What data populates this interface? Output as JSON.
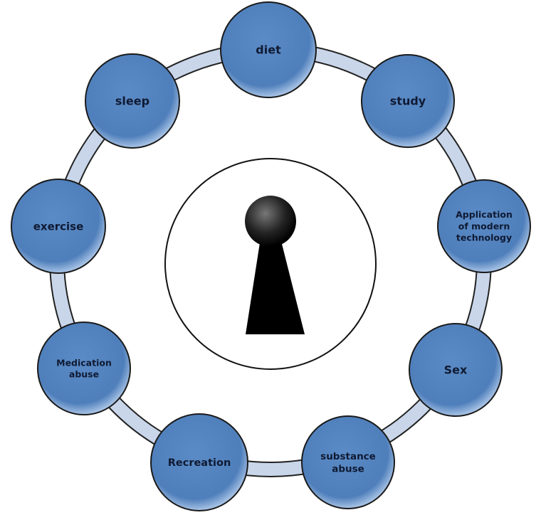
{
  "diagram": {
    "center_icon": "keyhole-icon",
    "nodes": [
      {
        "lines": [
          "diet"
        ]
      },
      {
        "lines": [
          "study"
        ]
      },
      {
        "lines": [
          "Application",
          "of modern",
          "technology"
        ]
      },
      {
        "lines": [
          "Sex"
        ]
      },
      {
        "lines": [
          "substance",
          "abuse"
        ]
      },
      {
        "lines": [
          "Recreation"
        ]
      },
      {
        "lines": [
          "Medication",
          "abuse"
        ]
      },
      {
        "lines": [
          "exercise"
        ]
      },
      {
        "lines": [
          "sleep"
        ]
      }
    ],
    "colors": {
      "node_fill": "#4f81bd",
      "ring_fill": "#c9d6ea",
      "outline": "#1a1a1a"
    }
  }
}
